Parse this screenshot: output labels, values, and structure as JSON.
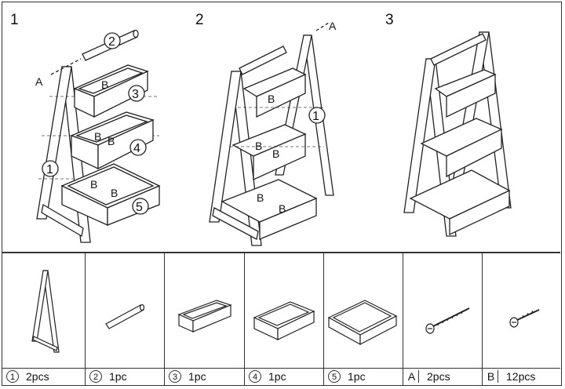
{
  "steps": [
    {
      "number": "1",
      "labels": {
        "A": "A",
        "B1": "B",
        "B2": "B",
        "B3": "B",
        "B4": "B",
        "B5": "B",
        "n2": "2",
        "n3": "3",
        "n4": "4",
        "n5": "5",
        "n1": "1"
      }
    },
    {
      "number": "2",
      "labels": {
        "A": "A",
        "B1": "B",
        "B2": "B",
        "B3": "B",
        "B4": "B",
        "B5": "B",
        "n1": "1"
      }
    },
    {
      "number": "3"
    }
  ],
  "parts": [
    {
      "id": "1",
      "qty": "2pcs",
      "icon": "a-frame-side-icon"
    },
    {
      "id": "2",
      "qty": "1pc",
      "icon": "dowel-rod-icon"
    },
    {
      "id": "3",
      "qty": "1pc",
      "icon": "small-box-icon"
    },
    {
      "id": "4",
      "qty": "1pc",
      "icon": "medium-box-icon"
    },
    {
      "id": "5",
      "qty": "1pc",
      "icon": "large-box-icon"
    },
    {
      "id": "A",
      "qty": "2pcs",
      "icon": "long-screw-icon"
    },
    {
      "id": "B",
      "qty": "12pcs",
      "icon": "short-screw-icon"
    }
  ]
}
